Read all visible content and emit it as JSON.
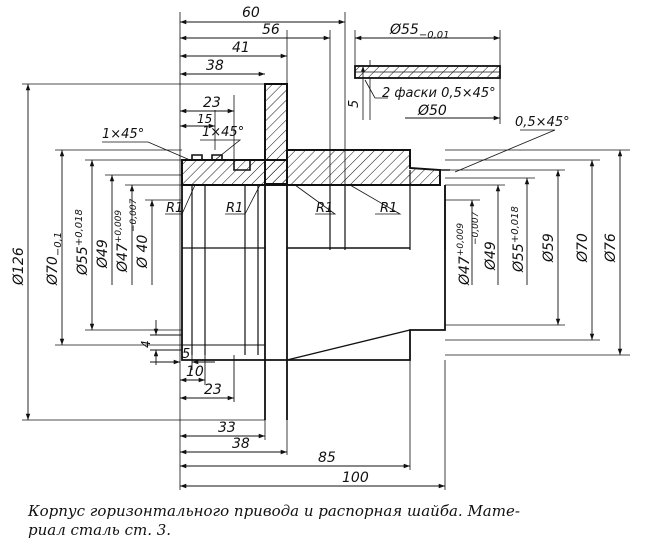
{
  "labels": {
    "d60": "60",
    "d56": "56",
    "d41": "41",
    "d38": "38",
    "d23": "23",
    "d15": "15",
    "ch1": "1×45°",
    "ch2": "1×45°",
    "ch3": "0,5×45°",
    "washer_d": "Ø55",
    "washer_tol": "−0,01",
    "washer_ch": "2 фаски 0,5×45°",
    "washer_5": "5",
    "washer_d50": "Ø50",
    "dia126": "Ø126",
    "dia70l": "Ø70",
    "dia70l_tol": "−0,1",
    "dia55l": "Ø55",
    "dia55l_tol": "+0,018",
    "dia49l": "Ø49",
    "dia47l": "Ø47",
    "dia47l_tol_up": "+0,009",
    "dia47l_tol_dn": "−0,007",
    "dia40l": "Ø 40",
    "dia47r": "Ø47",
    "dia47r_tol_up": "+0,009",
    "dia47r_tol_dn": "−0,007",
    "dia49r": "Ø49",
    "dia55r": "Ø55",
    "dia55r_tol": "+0,018",
    "dia59r": "Ø59",
    "dia70r": "Ø70",
    "dia76r": "Ø76",
    "r1a": "R1",
    "r1b": "R1",
    "r1c": "R1",
    "r1d": "R1",
    "b4": "4",
    "b5": "5",
    "b10": "10",
    "b23": "23",
    "b33": "33",
    "b38": "38",
    "b85": "85",
    "b100": "100"
  },
  "caption": {
    "line1": "Корпус горизонтального привода и распорная шайба. Мате-",
    "line2": "риал сталь ст. 3."
  }
}
